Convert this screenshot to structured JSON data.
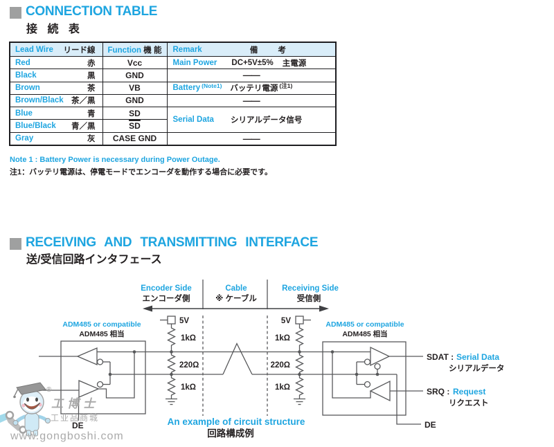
{
  "section1": {
    "title_en": "CONNECTION TABLE",
    "title_ja": "接 続 表"
  },
  "table": {
    "headers": {
      "lead_en": "Lead Wire",
      "lead_ja": "リード線",
      "func_en": "Function",
      "func_ja": "機 能",
      "remark_en": "Remark",
      "remark_ja": "備　　考"
    },
    "rows": [
      {
        "en": "Red",
        "ja": "赤",
        "func": "Vcc",
        "remark_en": "Main Power",
        "remark_val": "DC+5V±5%",
        "remark_ja": "主電源"
      },
      {
        "en": "Black",
        "ja": "黒",
        "func": "GND",
        "dash": "——"
      },
      {
        "en": "Brown",
        "ja": "茶",
        "func": "VB",
        "remark_en": "Battery",
        "remark_note": "(Note1)",
        "remark_ja": "バッテリ電源",
        "remark_ja_note": "(注1)"
      },
      {
        "en": "Brown/Black",
        "ja": "茶／黒",
        "func": "GND",
        "dash": "——"
      },
      {
        "en": "Blue",
        "ja": "青",
        "func": "SD",
        "remark_en": "Serial Data",
        "remark_ja": "シリアルデータ信号"
      },
      {
        "en": "Blue/Black",
        "ja": "青／黒",
        "func": "SD"
      },
      {
        "en": "Gray",
        "ja": "灰",
        "func": "CASE GND",
        "dash": "——"
      }
    ]
  },
  "notes": {
    "en": "Note 1 : Battery Power is necessary during Power Outage.",
    "ja": "注1：バッテリ電源は、停電モードでエンコーダを動作する場合に必要です。"
  },
  "section2": {
    "title_en": "RECEIVING AND TRANSMITTING INTERFACE",
    "title_ja": "送/受信回路インタフェース"
  },
  "diagram": {
    "zones": {
      "encoder_en": "Encoder Side",
      "encoder_ja": "エンコーダ側",
      "cable_en": "Cable",
      "cable_ja": "※ ケーブル",
      "receiving_en": "Receiving Side",
      "receiving_ja": "受信側"
    },
    "chip_label_en": "ADM485 or compatible",
    "chip_label_ja": "ADM485 相当",
    "supply_label": "5V",
    "r_top": "1kΩ",
    "r_mid": "220Ω",
    "r_bot": "1kΩ",
    "signals": {
      "sdat": "SDAT :",
      "sdat_en": "Serial Data",
      "sdat_ja": "シリアルデータ",
      "srq": "SRQ :",
      "srq_en": "Request",
      "srq_ja": "リクエスト",
      "de": "DE"
    },
    "caption_en": "An example of circuit structure",
    "caption_ja": "回路構成例"
  },
  "watermark": {
    "reg": "®",
    "name": "工博士",
    "tagline": "工业品商城",
    "url": "www.gongboshi.com"
  },
  "colors": {
    "accent": "#1ea5e0",
    "ink": "#231f20",
    "diagram_line": "#57585a",
    "header_bg": "#d9edf9",
    "bullet_gray": "#9fa0a0"
  }
}
